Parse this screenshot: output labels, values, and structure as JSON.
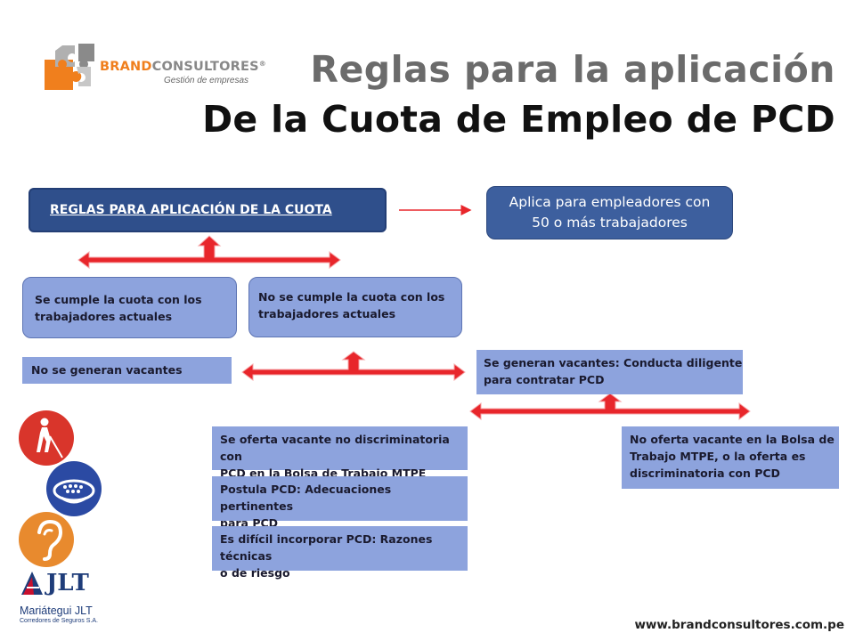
{
  "logo": {
    "brand_prefix": "BRAND",
    "brand_suffix": "CONSULTORES",
    "registered": "®",
    "tagline": "Gestión de empresas",
    "icon": "puzzle-logo-icon"
  },
  "title": {
    "line1": "Reglas para la aplicación",
    "line2": "De la Cuota de Empleo de PCD"
  },
  "diagram": {
    "main_rule": "REGLAS PARA APLICACIÓN DE LA CUOTA",
    "applies_line1": "Aplica para empleadores con",
    "applies_line2": "50 o más trabajadores",
    "quota_met_line1": "Se cumple la cuota con los",
    "quota_met_line2": "trabajadores actuales",
    "quota_not_met_line1": "No se cumple la cuota con los",
    "quota_not_met_line2": "trabajadores actuales",
    "no_vacancies": "No se generan vacantes",
    "vacancies_line1": "Se generan vacantes: Conducta diligente",
    "vacancies_line2": "para contratar PCD",
    "offer_line1": "Se oferta vacante no discriminatoria con",
    "offer_line2": "PCD en la Bolsa de Trabajo MTPE",
    "apply_line1": "Postula PCD: Adecuaciones pertinentes",
    "apply_line2": "para PCD",
    "difficult_line1": "Es difícil incorporar PCD: Razones técnicas",
    "difficult_line2": "o de riesgo",
    "no_offer_line1": "No oferta vacante en la Bolsa de",
    "no_offer_line2": "Trabajo MTPE, o la oferta es",
    "no_offer_line3": "discriminatoria con PCD"
  },
  "icons": [
    "blind-person-icon",
    "tactile-sign-icon",
    "hearing-icon"
  ],
  "footer": {
    "jlt_logo": "JLT",
    "jlt_name": "Mariátegui JLT",
    "jlt_sub": "Corredores de Seguros S.A.",
    "website": "www.brandconsultores.com.pe"
  },
  "colors": {
    "box_light": "#8da3dd",
    "box_dark": "#2f4f8b",
    "arrow_red": "#e8262b",
    "brand_orange": "#f07f1d",
    "icon_red": "#d9352b",
    "icon_blue": "#2b4aa3",
    "icon_orange": "#e88a2e"
  }
}
